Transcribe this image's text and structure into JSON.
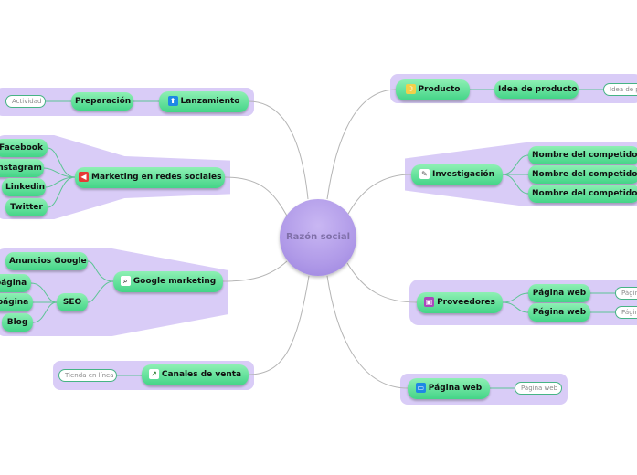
{
  "center": {
    "label": "Razón social"
  },
  "branches": {
    "producto": {
      "label": "Producto",
      "icon": "banana-icon",
      "child": {
        "label": "Idea de producto"
      },
      "leaf": "Idea de producto"
    },
    "lanzamiento": {
      "label": "Lanzamiento",
      "icon": "up-arrow-icon",
      "child": {
        "label": "Preparación"
      },
      "leaf": "Actividad"
    },
    "investigacion": {
      "label": "Investigación",
      "icon": "magnifier-icon",
      "children": [
        "Nombre del competidor",
        "Nombre del competidor",
        "Nombre del competidor"
      ]
    },
    "redes": {
      "label": "Marketing en redes sociales",
      "icon": "megaphone-icon",
      "children": [
        "Facebook",
        "Instagram",
        "Linkedin",
        "Twitter"
      ]
    },
    "google": {
      "label": "Google marketing",
      "icon": "search-icon",
      "ads": "Anuncios Google",
      "seo": "SEO",
      "seo_children": [
        "página",
        "página",
        "Blog"
      ]
    },
    "proveedores": {
      "label": "Proveedores",
      "icon": "box-icon",
      "children": [
        "Página web",
        "Página web"
      ],
      "leaves": [
        "Página web",
        "Página web"
      ]
    },
    "canales": {
      "label": "Canales de venta",
      "icon": "chart-icon",
      "leaf": "Tienda en línea"
    },
    "paginaweb": {
      "label": "Página web",
      "icon": "monitor-icon",
      "leaf": "Página web"
    }
  },
  "colors": {
    "zone": "#d9ccf7",
    "node": "#43d487",
    "center": "#b09ae8",
    "link": "#b5b5b5"
  }
}
